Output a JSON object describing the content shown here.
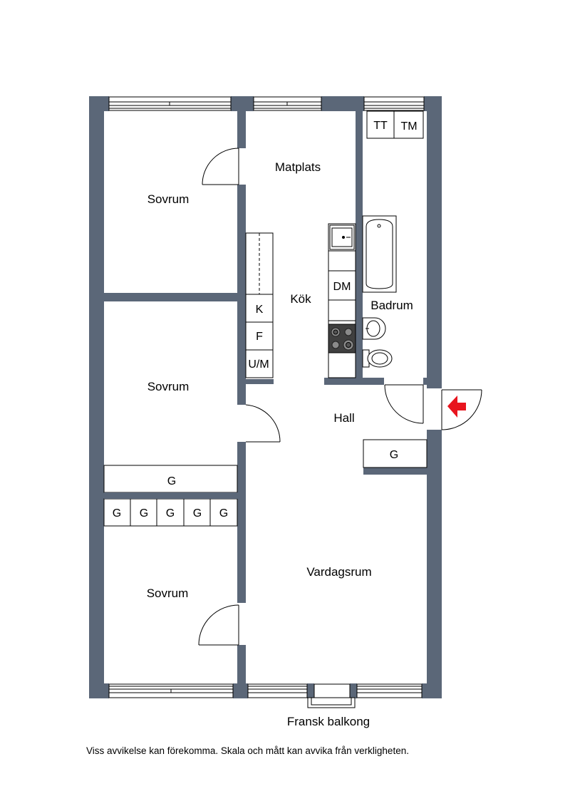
{
  "colors": {
    "wall": "#5b6778",
    "background": "#ffffff",
    "line": "#000000",
    "entrance_arrow": "#e8141e"
  },
  "rooms": {
    "bedroom_top": "Sovrum",
    "bedroom_middle": "Sovrum",
    "bedroom_bottom": "Sovrum",
    "dining": "Matplats",
    "kitchen": "Kök",
    "bathroom": "Badrum",
    "hall": "Hall",
    "living": "Vardagsrum"
  },
  "fixtures": {
    "tumble_dryer": "TT",
    "washing_machine": "TM",
    "dishwasher": "DM",
    "fridge": "K",
    "freezer": "F",
    "oven_microwave": "U/M",
    "hall_wardrobe": "G",
    "bedroom_wardrobe_long": "G",
    "bedroom_wardrobes": [
      "G",
      "G",
      "G",
      "G",
      "G"
    ]
  },
  "entrance": {
    "icon": "entrance-arrow-icon"
  },
  "captions": {
    "balcony": "Fransk balkong",
    "disclaimer": "Viss avvikelse kan förekomma. Skala och mått kan avvika från verkligheten."
  }
}
